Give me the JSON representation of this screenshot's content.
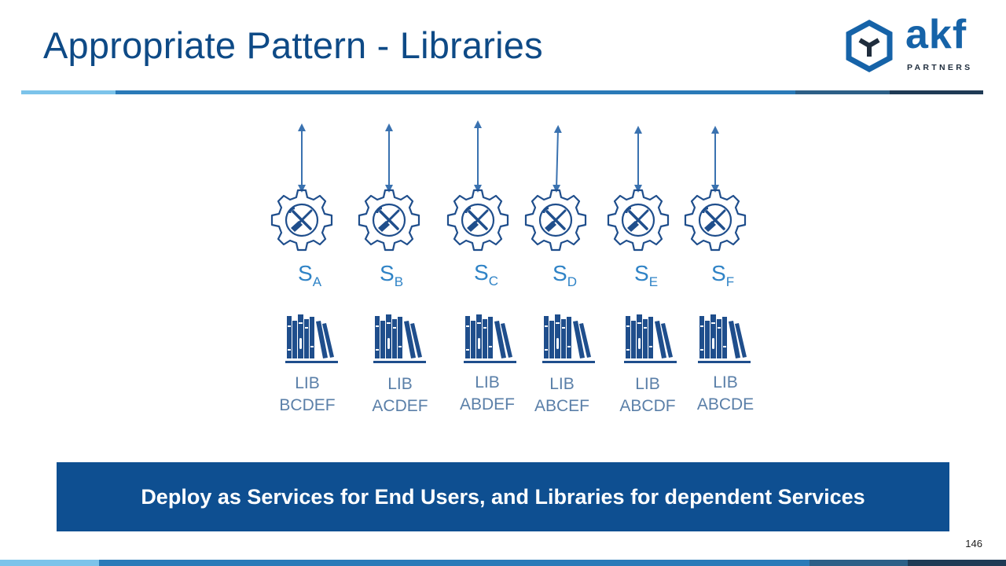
{
  "slide": {
    "title": "Appropriate Pattern - Libraries",
    "banner_text": "Deploy as Services for End Users, and Libraries for dependent Services",
    "page_number": "146"
  },
  "logo": {
    "word": "akf",
    "subtitle": "PARTNERS"
  },
  "services": [
    {
      "letter": "S",
      "sub": "A",
      "lib_line1": "LIB",
      "lib_line2": "BCDEF"
    },
    {
      "letter": "S",
      "sub": "B",
      "lib_line1": "LIB",
      "lib_line2": "ACDEF"
    },
    {
      "letter": "S",
      "sub": "C",
      "lib_line1": "LIB",
      "lib_line2": "ABDEF"
    },
    {
      "letter": "S",
      "sub": "D",
      "lib_line1": "LIB",
      "lib_line2": "ABCEF"
    },
    {
      "letter": "S",
      "sub": "E",
      "lib_line1": "LIB",
      "lib_line2": "ABCDF"
    },
    {
      "letter": "S",
      "sub": "F",
      "lib_line1": "LIB",
      "lib_line2": "ABCDE"
    }
  ],
  "colors": {
    "title": "#0e4a86",
    "accent_light": "#5fb3e6",
    "accent_mid": "#2a7ab8",
    "accent_dark": "#1f3a55",
    "icon": "#1f4e8c",
    "banner": "#0e4f91"
  },
  "icons": {
    "service": "gear-wrench-icon",
    "library": "bookshelf-icon",
    "call": "double-arrow-icon"
  }
}
